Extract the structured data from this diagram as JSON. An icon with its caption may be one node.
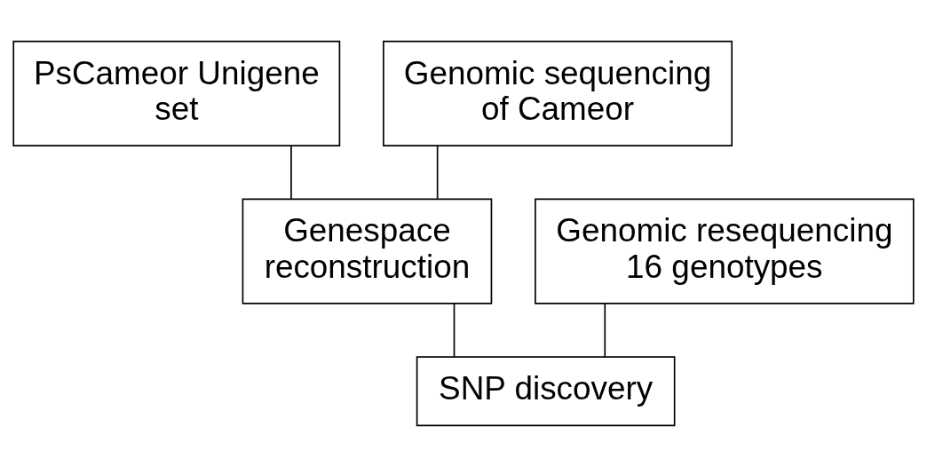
{
  "diagram": {
    "nodes": [
      {
        "text": [
          "PsCameor Unigene set"
        ]
      },
      {
        "text": [
          "Genomic sequencing of Cameor"
        ]
      },
      {
        "text": [
          "Genespace reconstruction"
        ]
      },
      {
        "text": [
          "Genomic resequencing 16 genotypes"
        ]
      },
      {
        "text": [
          "SNP discovery"
        ]
      }
    ],
    "edges": [
      {
        "from": 0,
        "to": 2,
        "arrow": "none"
      },
      {
        "from": 1,
        "to": 2,
        "arrow": "none"
      },
      {
        "from": 2,
        "to": 4,
        "arrow": "none"
      },
      {
        "from": 3,
        "to": 4,
        "arrow": "none"
      }
    ]
  }
}
